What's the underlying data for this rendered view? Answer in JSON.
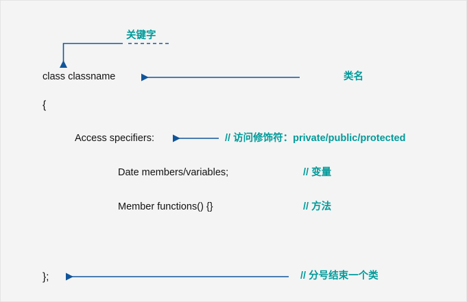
{
  "diagram": {
    "title_alt": "C++ class declaration syntax annotated in Chinese",
    "background_color": "#f4f4f4",
    "border_color": "#e3e3e3",
    "code_color": "#111111",
    "annotation_color": "#009a9a",
    "connector_color": "#10559a"
  },
  "code_lines": {
    "class_declaration": "class classname",
    "open_brace": "{",
    "access_specifiers": "Access specifiers:",
    "data_members": "Date members/variables;",
    "member_functions": "Member functions() {}",
    "close_brace": "};"
  },
  "annotations": {
    "keyword": "关键字",
    "class_name": "类名",
    "access_specifier_comment": "// 访问修饰符：private/public/protected",
    "data_member_comment": "// 变量",
    "member_function_comment": "// 方法",
    "close_brace_comment": "// 分号结束一个类"
  },
  "connectors": [
    {
      "name": "keyword-connector",
      "style": "solid-elbow-with-dashed-tail",
      "from": "keyword-label",
      "to": "class-keyword"
    },
    {
      "name": "classname-connector",
      "style": "solid-arrow-left",
      "from": "class-name-label",
      "to": "class-declaration"
    },
    {
      "name": "access-connector",
      "style": "solid-arrow-left",
      "from": "access-specifier-comment",
      "to": "access-specifiers-line"
    },
    {
      "name": "close-brace-connector",
      "style": "solid-arrow-left",
      "from": "close-brace-comment",
      "to": "close-brace-line"
    }
  ]
}
